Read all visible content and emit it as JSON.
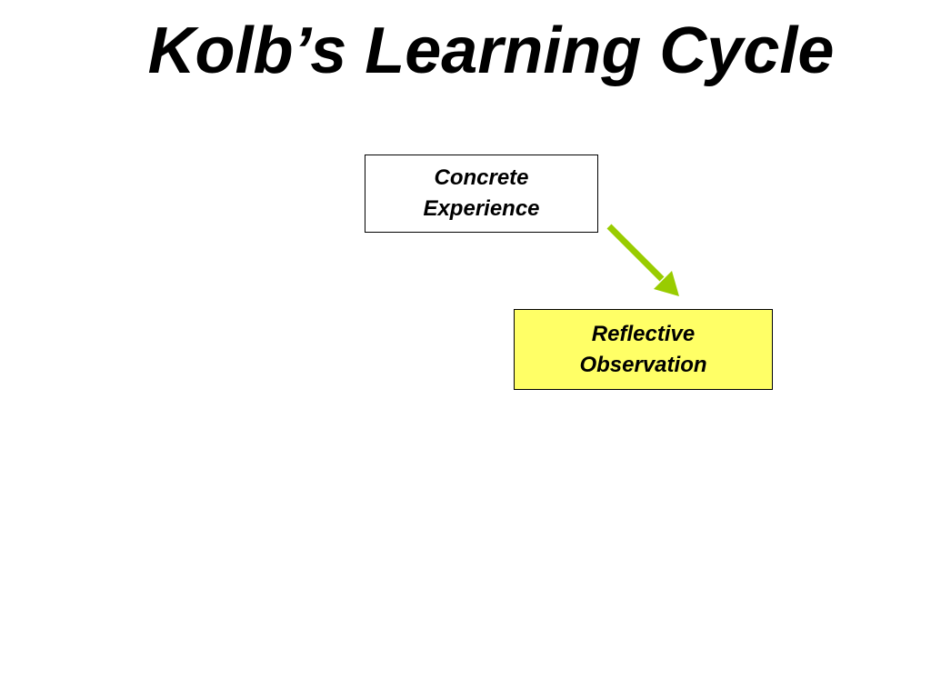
{
  "title": "Kolb’s Learning Cycle",
  "stages": [
    {
      "line1": "Concrete",
      "line2": "Experience",
      "fill": "#ffffff"
    },
    {
      "line1": "Reflective",
      "line2": "Observation",
      "fill": "#ffff66"
    }
  ],
  "colors": {
    "arrow": "#99cc00",
    "border": "#000000",
    "text": "#000000"
  },
  "icons": {
    "arrow": "arrow-down-right-icon"
  }
}
